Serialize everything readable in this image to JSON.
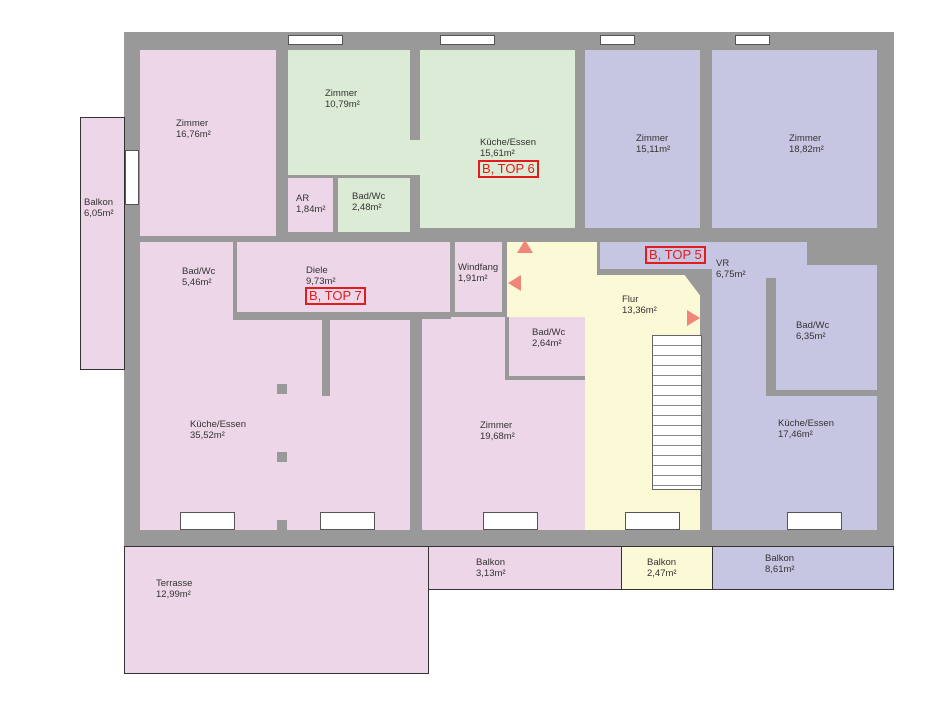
{
  "rooms": {
    "zimmer1": {
      "name": "Zimmer",
      "area": "16,76m²"
    },
    "zimmer2": {
      "name": "Zimmer",
      "area": "10,79m²"
    },
    "kueche6": {
      "name": "Küche/Essen",
      "area": "15,61m²"
    },
    "zimmer3": {
      "name": "Zimmer",
      "area": "15,11m²"
    },
    "zimmer4": {
      "name": "Zimmer",
      "area": "18,82m²"
    },
    "ar": {
      "name": "AR",
      "area": "1,84m²"
    },
    "badwc6": {
      "name": "Bad/Wc",
      "area": "2,48m²"
    },
    "balkon_left": {
      "name": "Balkon",
      "area": "6,05m²"
    },
    "badwc7": {
      "name": "Bad/Wc",
      "area": "5,46m²"
    },
    "diele": {
      "name": "Diele",
      "area": "9,73m²"
    },
    "windfang": {
      "name": "Windfang",
      "area": "1,91m²"
    },
    "flur": {
      "name": "Flur",
      "area": "13,36m²"
    },
    "vr": {
      "name": "VR",
      "area": "6,75m²"
    },
    "badwc5": {
      "name": "Bad/Wc",
      "area": "6,35m²"
    },
    "badwc_mid": {
      "name": "Bad/Wc",
      "area": "2,64m²"
    },
    "kueche7": {
      "name": "Küche/Essen",
      "area": "35,52m²"
    },
    "zimmer5": {
      "name": "Zimmer",
      "area": "19,68m²"
    },
    "kueche5": {
      "name": "Küche/Essen",
      "area": "17,46m²"
    },
    "terrasse": {
      "name": "Terrasse",
      "area": "12,99m²"
    },
    "balkon1": {
      "name": "Balkon",
      "area": "3,13m²"
    },
    "balkon2": {
      "name": "Balkon",
      "area": "2,47m²"
    },
    "balkon3": {
      "name": "Balkon",
      "area": "8,61m²"
    }
  },
  "tags": {
    "top6": "B, TOP 6",
    "top7": "B, TOP 7",
    "top5": "B, TOP 5"
  },
  "colors": {
    "top7": "#ecd6e8",
    "top6": "#dcebd5",
    "top5": "#c6c6e2",
    "stair": "#fbf9d6",
    "tag": "#e21c1c",
    "wall": "#999999"
  }
}
